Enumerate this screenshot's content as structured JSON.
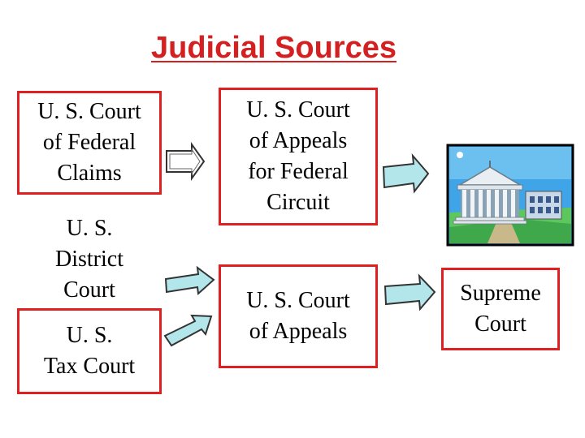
{
  "title": "Judicial Sources",
  "boxes": {
    "federal_claims": "U. S. Court\nof Federal\nClaims",
    "district_court": "U. S.\nDistrict\nCourt",
    "tax_court": "U. S.\nTax Court",
    "appeals_federal_circuit": "U. S. Court\nof Appeals\nfor Federal\nCircuit",
    "court_of_appeals": "U. S. Court\nof Appeals",
    "supreme_court": "Supreme\nCourt"
  },
  "colors": {
    "title": "#d42020",
    "box_border": "#e02020",
    "arrow_fill": "#b3e6ea",
    "arrow_stroke": "#333333"
  },
  "icons": {
    "clipart": "courthouse-icon"
  }
}
